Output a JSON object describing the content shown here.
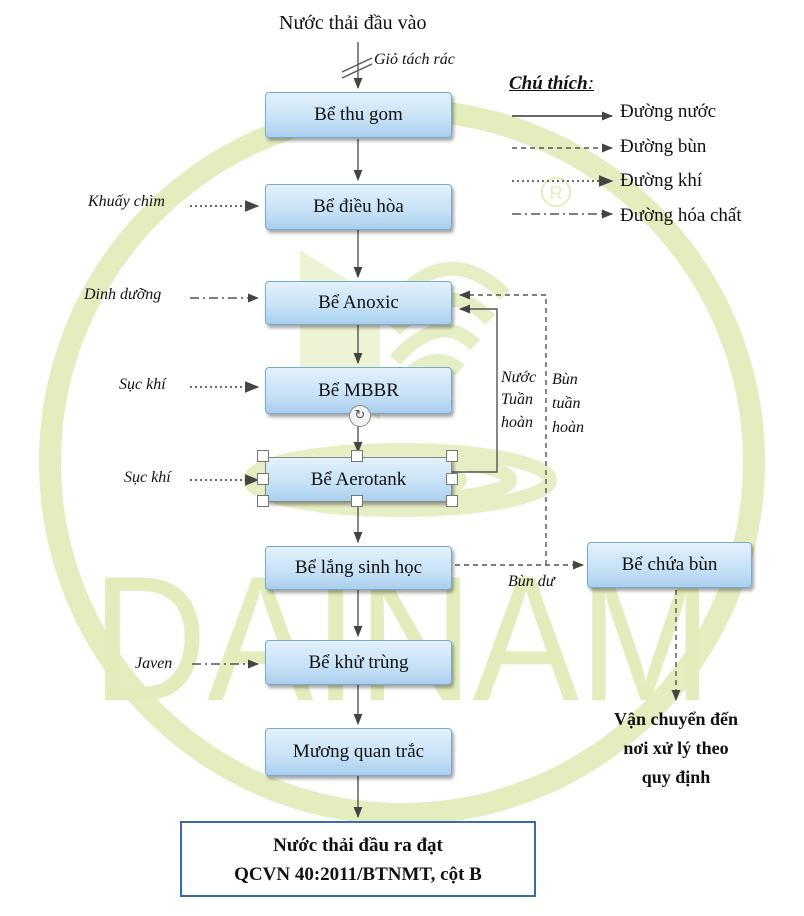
{
  "input_label": "Nước thải đầu vào",
  "screen_label": "Giỏ tách rác",
  "legend": {
    "title": "Chú thích",
    "water": "Đường nước",
    "sludge": "Đường bùn",
    "air": "Đường khí",
    "chemical": "Đường hóa chất"
  },
  "tanks": {
    "collection": "Bể thu gom",
    "equalization": "Bể điều hòa",
    "anoxic": "Bể Anoxic",
    "mbbr": "Bể MBBR",
    "aerotank": "Bể Aerotank",
    "settling": "Bể lắng sinh học",
    "disinfection": "Bể khử trùng",
    "monitoring": "Mương quan trắc",
    "sludge_tank": "Bể chứa bùn"
  },
  "side_inputs": {
    "mixer": "Khuấy chìm",
    "nutrients": "Dinh dưỡng",
    "aeration1": "Sục khí",
    "aeration2": "Sục khí",
    "javen": "Javen"
  },
  "recirc": {
    "water_line1": "Nước",
    "water_line2": "Tuần",
    "water_line3": "hoàn",
    "sludge_line1": "Bùn",
    "sludge_line2": "tuần",
    "sludge_line3": "hoàn",
    "excess_sludge": "Bùn dư"
  },
  "final_disposal": {
    "line1": "Vận chuyển đến",
    "line2": "nơi xử lý theo",
    "line3": "quy định"
  },
  "output": {
    "line1": "Nước thải đầu ra đạt",
    "line2": "QCVN 40:2011/BTNMT, cột B"
  },
  "watermark": {
    "text": "DAINAM",
    "registered": "R",
    "color": "#d9e8a8"
  },
  "colors": {
    "box_border": "#7aa9d0",
    "output_border": "#3b6aa8",
    "line": "#555555"
  }
}
